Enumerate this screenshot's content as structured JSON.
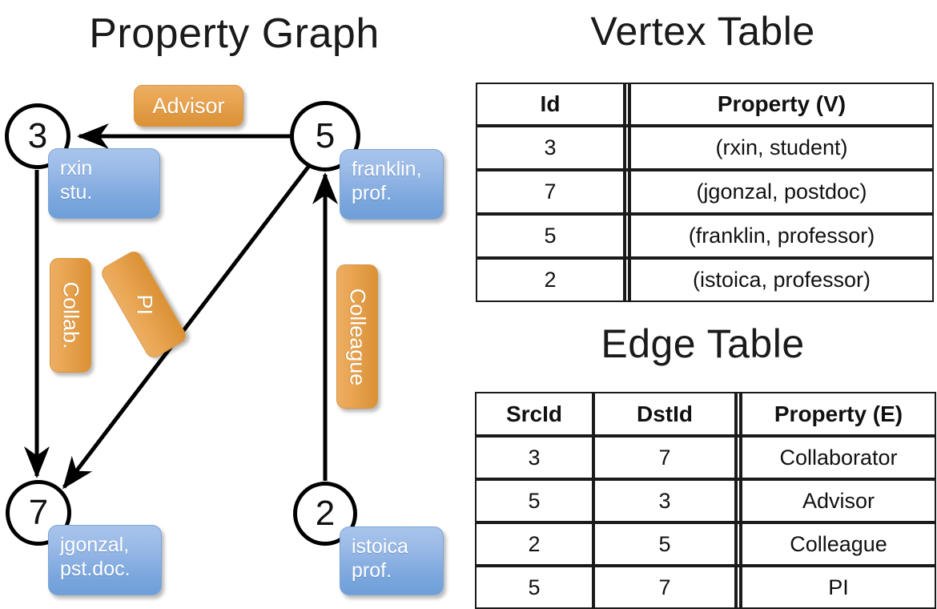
{
  "titles": {
    "property_graph": "Property Graph",
    "vertex_table": "Vertex Table",
    "edge_table": "Edge Table"
  },
  "graph": {
    "nodes": [
      {
        "id": "3",
        "property": "rxin\nstu.",
        "prop_line1": "rxin",
        "prop_line2": "stu."
      },
      {
        "id": "5",
        "property": "franklin,\nprof.",
        "prop_line1": "franklin,",
        "prop_line2": "prof."
      },
      {
        "id": "7",
        "property": "jgonzal,\npst.doc.",
        "prop_line1": "jgonzal,",
        "prop_line2": "pst.doc."
      },
      {
        "id": "2",
        "property": "istoica\nprof.",
        "prop_line1": "istoica",
        "prop_line2": "prof."
      }
    ],
    "edge_labels": {
      "advisor": "Advisor",
      "collab": "Collab.",
      "pi": "PI",
      "colleague": "Colleague"
    }
  },
  "vertex_table": {
    "headers": [
      "Id",
      "Property (V)"
    ],
    "rows": [
      {
        "id": "3",
        "property": "(rxin, student)"
      },
      {
        "id": "7",
        "property": "(jgonzal, postdoc)"
      },
      {
        "id": "5",
        "property": "(franklin, professor)"
      },
      {
        "id": "2",
        "property": "(istoica, professor)"
      }
    ]
  },
  "edge_table": {
    "headers": [
      "SrcId",
      "DstId",
      "Property (E)"
    ],
    "rows": [
      {
        "src": "3",
        "dst": "7",
        "property": "Collaborator"
      },
      {
        "src": "5",
        "dst": "3",
        "property": "Advisor"
      },
      {
        "src": "2",
        "dst": "5",
        "property": "Colleague"
      },
      {
        "src": "5",
        "dst": "7",
        "property": "PI"
      }
    ]
  },
  "colors": {
    "vertex_property_bg": "#ccdcf0",
    "edge_property_bg": "#f7ddc3",
    "vertex_badge": "#7aa6dd",
    "edge_badge": "#e9a552",
    "stroke": "#000000",
    "page_bg": "#ffffff"
  }
}
